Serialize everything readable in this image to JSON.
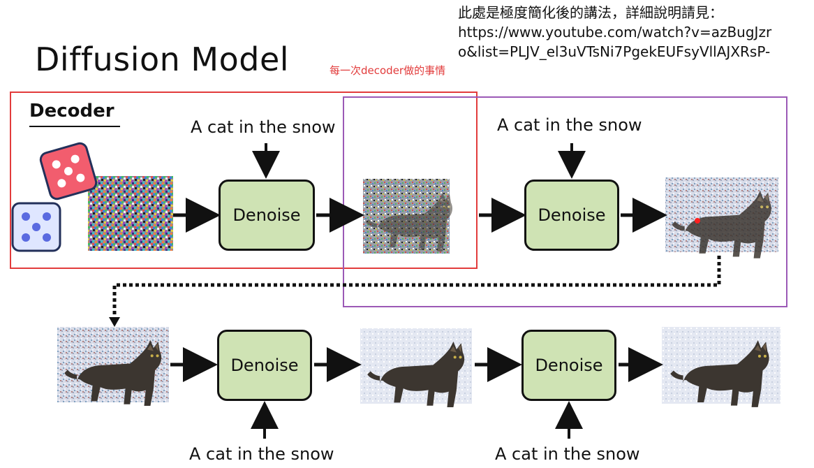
{
  "note": {
    "line1": "此處是極度簡化後的講法，詳細說明請見：",
    "line2": "https://www.youtube.com/watch?v=azBugJzr",
    "line3": "o&list=PLJV_el3uVTsNi7PgekEUFsyVllAJXRsP-"
  },
  "title": "Diffusion Model",
  "annotation": "每一次decoder做的事情",
  "decoder_label": "Decoder",
  "prompt_text": {
    "p1": "A cat in the snow",
    "p2": "A cat in the snow",
    "p3": "A cat in the snow",
    "p4": "A cat in the snow"
  },
  "denoise_labels": {
    "d1": "Denoise",
    "d2": "Denoise",
    "d3": "Denoise",
    "d4": "Denoise"
  },
  "colors": {
    "red_frame": "#e23b3b",
    "purple_frame": "#9b59b6",
    "denoise_fill": "#cfe3b4",
    "die_red": "#f25d6e",
    "die_blue": "#dfe6ff"
  },
  "images": [
    "pure-noise-image",
    "noisy-cat-image-heavy",
    "noisy-cat-image-medium",
    "noisy-cat-image-light",
    "cat-image-mostly-clean",
    "cat-image-clean"
  ]
}
